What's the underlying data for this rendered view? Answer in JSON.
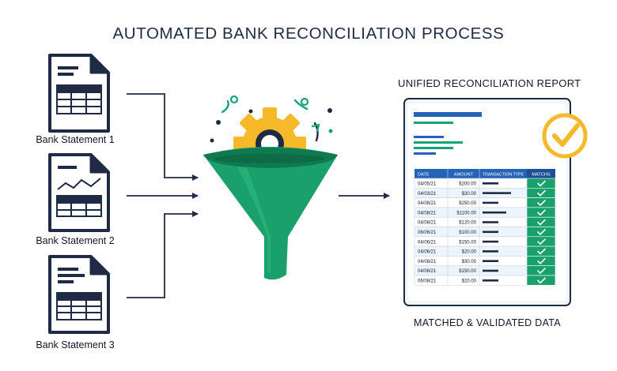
{
  "title": "AUTOMATED BANK RECONCILIATION PROCESS",
  "statements": [
    {
      "label": "Bank Statement 1"
    },
    {
      "label": "Bank Statement 2"
    },
    {
      "label": "Bank Statement 3"
    }
  ],
  "report": {
    "title": "UNIFIED RECONCILIATION REPORT",
    "caption": "MATCHED & VALIDATED DATA",
    "columns": [
      "DATE",
      "AMOUNT",
      "TRANSACTION TYPE",
      "MATCHS"
    ],
    "rows": [
      {
        "date": "04/05/21",
        "amount": "$200.00"
      },
      {
        "date": "04/03/21",
        "amount": "$30.00"
      },
      {
        "date": "04/08/21",
        "amount": "$250.00"
      },
      {
        "date": "04/08/21",
        "amount": "$1100.00"
      },
      {
        "date": "04/08/21",
        "amount": "$120.00"
      },
      {
        "date": "06/06/21",
        "amount": "$100.00"
      },
      {
        "date": "04/06/21",
        "amount": "$150.00"
      },
      {
        "date": "04/06/21",
        "amount": "$20.00"
      },
      {
        "date": "04/08/21",
        "amount": "$30.00"
      },
      {
        "date": "04/08/21",
        "amount": "$150.00"
      },
      {
        "date": "06/08/21",
        "amount": "$20.00"
      }
    ]
  },
  "colors": {
    "navy": "#1f2a44",
    "green": "#1aa06b",
    "gold": "#f5b92a",
    "blue": "#2563b8",
    "teal": "#16a37a"
  },
  "icons": [
    "document-icon",
    "funnel-icon",
    "gear-icon",
    "checkmark-badge-icon"
  ]
}
